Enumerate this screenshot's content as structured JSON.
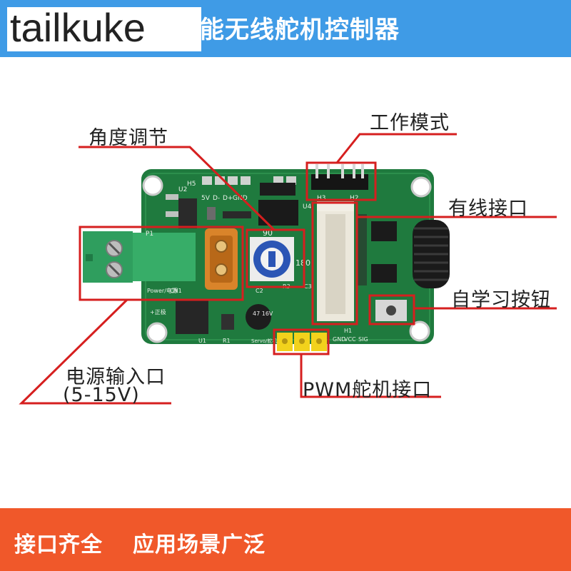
{
  "header": {
    "title": "能无线舵机控制器",
    "watermark": "tailkuke"
  },
  "board": {
    "silk_5v": "5V",
    "silk_dm": "D-",
    "silk_dp": "D+",
    "silk_gnd": "GND",
    "silk_h5": "H5",
    "silk_u2": "U2",
    "silk_p1": "P1",
    "silk_cn1": "CN1",
    "silk_power": "Power/电源",
    "silk_pos": "+正极",
    "silk_u1": "U1",
    "silk_r1": "R1",
    "silk_c2": "C2",
    "silk_r3": "R3",
    "silk_c3": "C3",
    "silk_h1": "H1",
    "silk_h2": "H2",
    "silk_h3": "H3",
    "silk_u4": "U4",
    "silk_servo": "Servo/舵机",
    "silk_gnd2": "GND",
    "silk_vcc": "VCC",
    "silk_sig": "SIG",
    "silk_cap": "47 16V",
    "silk_90": "90",
    "silk_180": "180"
  },
  "labels": {
    "angle": "角度调节",
    "mode": "工作模式",
    "wired": "有线接口",
    "learn": "自学习按钮",
    "power_line1": "电源输入口",
    "power_line2": "(5-15V)",
    "pwm": "PWM舵机接口"
  },
  "footer": {
    "left": "接口齐全",
    "right": "应用场景广泛"
  },
  "colors": {
    "header_bg": "#3f9be6",
    "footer_bg": "#f0582a",
    "pcb": "#1f7a3e",
    "annotation": "#d61f1f"
  }
}
